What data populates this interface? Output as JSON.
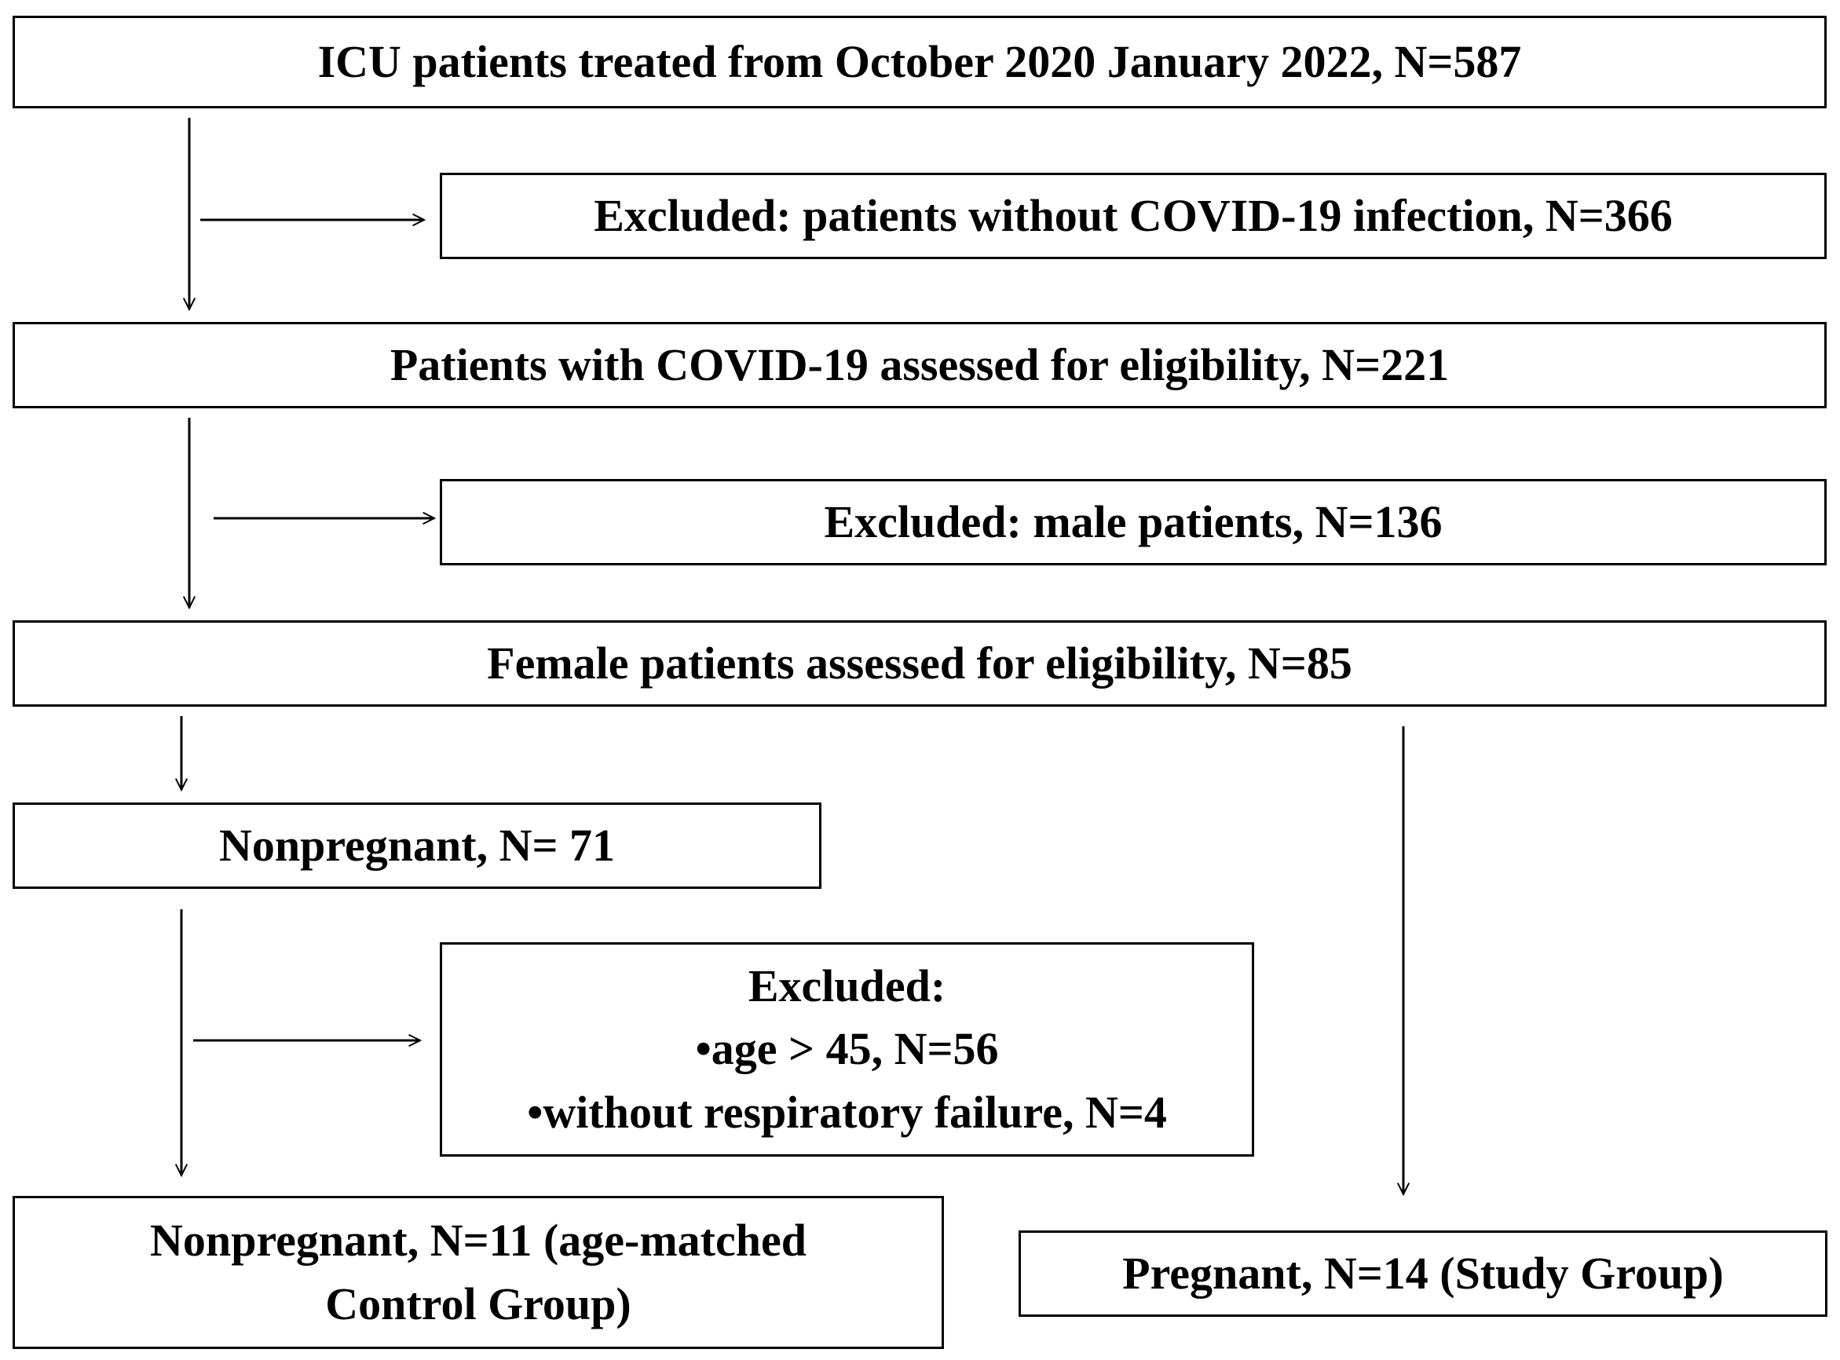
{
  "boxes": {
    "total": "ICU  patients treated from October 2020 January 2022, N=587",
    "excluded_no_covid": "Excluded: patients without COVID-19 infection, N=366",
    "covid_assessed": "Patients with COVID-19 assessed for eligibility, N=221",
    "excluded_male": "Excluded: male patients, N=136",
    "female_assessed": "Female patients assessed for eligibility, N=85",
    "nonpregnant_71": "Nonpregnant, N= 71",
    "excluded_nonpregnant": {
      "title": "Excluded:",
      "items": [
        "•age > 45, N=56",
        "•without  respiratory failure, N=4"
      ]
    },
    "control_group": {
      "line1": "Nonpregnant, N=11 (age-matched",
      "line2": "Control Group)"
    },
    "study_group": "Pregnant, N=14 (Study Group)"
  }
}
